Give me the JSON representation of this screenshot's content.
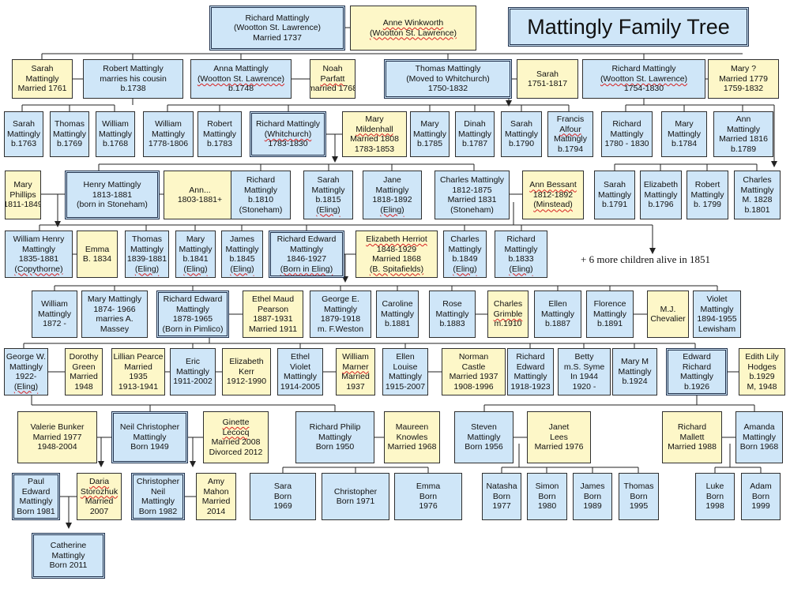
{
  "title": "Mattingly Family Tree",
  "note": "+ 6 more children alive in 1851",
  "colors": {
    "male": "#cfe6f8",
    "female": "#fdf7c8",
    "line": "#222222"
  },
  "people": [
    {
      "id": "p1",
      "c": "b",
      "dbl": true,
      "lines": [
        "Richard Mattingly",
        "(Wootton St. Lawrence)",
        "Married 1737"
      ],
      "u": []
    },
    {
      "id": "p2",
      "c": "y",
      "lines": [
        "Anne Winkworth",
        "(Wootton St. Lawrence)"
      ],
      "u": [
        0,
        1
      ]
    },
    {
      "id": "p3",
      "c": "y",
      "lines": [
        "Sarah",
        "Mattingly",
        "Married 1761"
      ],
      "u": []
    },
    {
      "id": "p4",
      "c": "b",
      "lines": [
        "Robert Mattingly",
        "marries his cousin",
        "b.1738"
      ],
      "u": []
    },
    {
      "id": "p5",
      "c": "b",
      "lines": [
        "Anna Mattingly",
        "(Wootton St. Lawrence)",
        "b.1748"
      ],
      "u": [
        1
      ]
    },
    {
      "id": "p6",
      "c": "y",
      "lines": [
        "Noah",
        "Parfatt",
        "married 1768"
      ],
      "u": [
        1
      ]
    },
    {
      "id": "p7",
      "c": "b",
      "dbl": true,
      "lines": [
        "Thomas Mattingly",
        "(Moved to Whitchurch)",
        "1750-1832"
      ],
      "u": []
    },
    {
      "id": "p8",
      "c": "y",
      "lines": [
        "Sarah",
        "1751-1817"
      ],
      "u": []
    },
    {
      "id": "p9",
      "c": "b",
      "lines": [
        "Richard Mattingly",
        "(Wootton St. Lawrence)",
        "1754-1830"
      ],
      "u": [
        1
      ]
    },
    {
      "id": "p10",
      "c": "y",
      "lines": [
        "Mary ?",
        "Married 1779",
        "1759-1832"
      ],
      "u": []
    },
    {
      "id": "p11",
      "c": "b",
      "lines": [
        "Sarah",
        "Mattingly",
        "b.1763"
      ],
      "u": []
    },
    {
      "id": "p12",
      "c": "b",
      "lines": [
        "Thomas",
        "Mattingly",
        "b.1769"
      ],
      "u": []
    },
    {
      "id": "p13",
      "c": "b",
      "lines": [
        "William",
        "Mattingly",
        "b.1768"
      ],
      "u": []
    },
    {
      "id": "p14",
      "c": "b",
      "lines": [
        "William",
        "Mattingly",
        "1778-1806"
      ],
      "u": []
    },
    {
      "id": "p15",
      "c": "b",
      "lines": [
        "Robert",
        "Mattingly",
        "b.1783"
      ],
      "u": []
    },
    {
      "id": "p16",
      "c": "b",
      "dbl": true,
      "lines": [
        "Richard Mattingly",
        "(Whitchurch)",
        "1783-1830"
      ],
      "u": [
        1
      ]
    },
    {
      "id": "p17",
      "c": "y",
      "lines": [
        "Mary",
        "Mildenhall",
        "Married 1808",
        "1783-1853"
      ],
      "u": [
        1
      ]
    },
    {
      "id": "p18",
      "c": "b",
      "lines": [
        "Mary",
        "Mattingly",
        "b.1785"
      ],
      "u": []
    },
    {
      "id": "p19",
      "c": "b",
      "lines": [
        "Dinah",
        "Mattingly",
        "b.1787"
      ],
      "u": []
    },
    {
      "id": "p20",
      "c": "b",
      "lines": [
        "Sarah",
        "Mattingly",
        "b.1790"
      ],
      "u": []
    },
    {
      "id": "p21",
      "c": "b",
      "lines": [
        "Francis",
        "Alfour",
        "Mattingly",
        "b.1794"
      ],
      "u": [
        1
      ]
    },
    {
      "id": "p22",
      "c": "b",
      "lines": [
        "Richard",
        "Mattingly",
        "1780 - 1830"
      ],
      "u": []
    },
    {
      "id": "p23",
      "c": "b",
      "lines": [
        "Mary",
        "Mattingly",
        "b.1784"
      ],
      "u": []
    },
    {
      "id": "p24",
      "c": "b",
      "lines": [
        "Ann",
        "Mattingly",
        "Married 1816",
        "b.1789"
      ],
      "u": []
    },
    {
      "id": "p25",
      "c": "y",
      "lines": [
        "Mary",
        "Phillips",
        "1811-1849"
      ],
      "u": []
    },
    {
      "id": "p26",
      "c": "b",
      "dbl": true,
      "lines": [
        "Henry Mattingly",
        "1813-1881",
        "(born in Stoneham)"
      ],
      "u": []
    },
    {
      "id": "p27",
      "c": "y",
      "lines": [
        "Ann...",
        "1803-1881+"
      ],
      "u": []
    },
    {
      "id": "p28",
      "c": "b",
      "lines": [
        "Richard",
        "Mattingly",
        "b.1810",
        "(Stoneham)"
      ],
      "u": []
    },
    {
      "id": "p29",
      "c": "b",
      "lines": [
        "Sarah",
        "Mattingly",
        "b.1815",
        "(Eling)"
      ],
      "u": [
        3
      ]
    },
    {
      "id": "p30",
      "c": "b",
      "lines": [
        "Jane",
        "Mattingly",
        "1818-1892",
        "(Eling)"
      ],
      "u": [
        3
      ]
    },
    {
      "id": "p31",
      "c": "b",
      "lines": [
        "Charles Mattingly",
        "1812-1875",
        "Married 1831",
        "(Stoneham)"
      ],
      "u": []
    },
    {
      "id": "p32",
      "c": "y",
      "lines": [
        "Ann Bessant",
        "1812-1892",
        "(Minstead)"
      ],
      "u": [
        0,
        2
      ]
    },
    {
      "id": "p33",
      "c": "b",
      "lines": [
        "Sarah",
        "Mattingly",
        "b.1791"
      ],
      "u": []
    },
    {
      "id": "p34",
      "c": "b",
      "lines": [
        "Elizabeth",
        "Mattingly",
        "b.1796"
      ],
      "u": []
    },
    {
      "id": "p35",
      "c": "b",
      "lines": [
        "Robert",
        "Mattingly",
        "b. 1799"
      ],
      "u": []
    },
    {
      "id": "p36",
      "c": "b",
      "lines": [
        "Charles",
        "Mattingly",
        "M. 1828",
        "b.1801"
      ],
      "u": []
    },
    {
      "id": "p37",
      "c": "b",
      "lines": [
        "William Henry",
        "Mattingly",
        "1835-1881",
        "(Copythorne)"
      ],
      "u": [
        3
      ]
    },
    {
      "id": "p38",
      "c": "y",
      "lines": [
        "Emma",
        "B. 1834"
      ],
      "u": []
    },
    {
      "id": "p39",
      "c": "b",
      "lines": [
        "Thomas",
        "Mattingly",
        "1839-1881",
        "(Eling)"
      ],
      "u": [
        3
      ]
    },
    {
      "id": "p40",
      "c": "b",
      "lines": [
        "Mary",
        "Mattingly",
        "b.1841",
        "(Eling)"
      ],
      "u": [
        3
      ]
    },
    {
      "id": "p41",
      "c": "b",
      "lines": [
        "James",
        "Mattingly",
        "b.1845",
        "(Eling)"
      ],
      "u": [
        3
      ]
    },
    {
      "id": "p42",
      "c": "b",
      "dbl": true,
      "lines": [
        "Richard Edward",
        "Mattingly",
        "1846-1927",
        "(Born in Eling)"
      ],
      "u": [
        3
      ]
    },
    {
      "id": "p43",
      "c": "y",
      "lines": [
        "Elizabeth Herriot",
        "1848-1929",
        "Married 1868",
        "(B. Spitafields)"
      ],
      "u": [
        0,
        3
      ]
    },
    {
      "id": "p44",
      "c": "b",
      "lines": [
        "Charles",
        "Mattingly",
        "b.1849",
        "(Eling)"
      ],
      "u": [
        3
      ]
    },
    {
      "id": "p45",
      "c": "b",
      "lines": [
        "Richard",
        "Mattingly",
        "b.1833",
        "(Eling)"
      ],
      "u": [
        3
      ]
    },
    {
      "id": "p46",
      "c": "b",
      "lines": [
        "William",
        "Mattingly",
        "1872 -"
      ],
      "u": []
    },
    {
      "id": "p47",
      "c": "b",
      "lines": [
        "Mary Mattingly",
        "1874- 1966",
        "marries A.",
        "Massey"
      ],
      "u": []
    },
    {
      "id": "p48",
      "c": "b",
      "dbl": true,
      "lines": [
        "Richard Edward",
        "Mattingly",
        "1878-1965",
        "(Born in Pimlico)"
      ],
      "u": []
    },
    {
      "id": "p49",
      "c": "y",
      "lines": [
        "Ethel Maud",
        "Pearson",
        "1887-1931",
        "Married 1911"
      ],
      "u": []
    },
    {
      "id": "p50",
      "c": "b",
      "lines": [
        "George E.",
        "Mattingly",
        "1879-1918",
        "m. F.Weston"
      ],
      "u": []
    },
    {
      "id": "p51",
      "c": "b",
      "lines": [
        "Caroline",
        "Mattingly",
        "b.1881"
      ],
      "u": []
    },
    {
      "id": "p52",
      "c": "b",
      "lines": [
        "Rose",
        "Mattingly",
        "b.1883"
      ],
      "u": []
    },
    {
      "id": "p53",
      "c": "y",
      "lines": [
        "Charles",
        "Grimble",
        "m.1910"
      ],
      "u": [
        1
      ]
    },
    {
      "id": "p54",
      "c": "b",
      "lines": [
        "Ellen",
        "Mattingly",
        "b.1887"
      ],
      "u": []
    },
    {
      "id": "p55",
      "c": "b",
      "lines": [
        "Florence",
        "Mattingly",
        "b.1891"
      ],
      "u": []
    },
    {
      "id": "p56",
      "c": "y",
      "lines": [
        "M.J.",
        "Chevalier"
      ],
      "u": []
    },
    {
      "id": "p57",
      "c": "b",
      "lines": [
        "Violet",
        "Mattingly",
        "1894-1955",
        "Lewisham"
      ],
      "u": []
    },
    {
      "id": "p58",
      "c": "b",
      "lines": [
        "George W.",
        "Mattingly",
        "1922-",
        "(Eling)"
      ],
      "u": [
        3
      ]
    },
    {
      "id": "p59",
      "c": "y",
      "lines": [
        "Dorothy",
        "Green",
        "Married",
        "1948"
      ],
      "u": []
    },
    {
      "id": "p60",
      "c": "y",
      "lines": [
        "Lillian Pearce",
        "Married",
        "1935",
        "1913-1941"
      ],
      "u": []
    },
    {
      "id": "p61",
      "c": "b",
      "lines": [
        "Eric",
        "Mattingly",
        "1911-2002"
      ],
      "u": []
    },
    {
      "id": "p62",
      "c": "y",
      "lines": [
        "Elizabeth",
        "Kerr",
        "1912-1990"
      ],
      "u": []
    },
    {
      "id": "p63",
      "c": "b",
      "lines": [
        "Ethel",
        "Violet",
        "Mattingly",
        "1914-2005"
      ],
      "u": []
    },
    {
      "id": "p64",
      "c": "y",
      "lines": [
        "William",
        "Marner",
        "Married",
        "1937"
      ],
      "u": [
        1
      ]
    },
    {
      "id": "p65",
      "c": "b",
      "lines": [
        "Ellen",
        "Louise",
        "Mattingly",
        "1915-2007"
      ],
      "u": []
    },
    {
      "id": "p66",
      "c": "y",
      "lines": [
        "Norman",
        "Castle",
        "Married 1937",
        "1908-1996"
      ],
      "u": []
    },
    {
      "id": "p67",
      "c": "b",
      "lines": [
        "Richard",
        "Edward",
        "Mattingly",
        "1918-1923"
      ],
      "u": []
    },
    {
      "id": "p68",
      "c": "b",
      "lines": [
        "Betty",
        "m.S. Syme",
        "In 1944",
        "1920 -"
      ],
      "u": []
    },
    {
      "id": "p69",
      "c": "b",
      "lines": [
        "Mary M",
        "Mattingly",
        "b.1924"
      ],
      "u": []
    },
    {
      "id": "p70",
      "c": "b",
      "dbl": true,
      "lines": [
        "Edward",
        "Richard",
        "Mattingly",
        "b.1926"
      ],
      "u": []
    },
    {
      "id": "p71",
      "c": "y",
      "lines": [
        "Edith Lily",
        "Hodges",
        "b.1929",
        "M, 1948"
      ],
      "u": []
    },
    {
      "id": "p72",
      "c": "y",
      "lines": [
        "Valerie Bunker",
        "Married 1977",
        "1948-2004"
      ],
      "u": []
    },
    {
      "id": "p73",
      "c": "b",
      "dbl": true,
      "lines": [
        "Neil Christopher",
        "Mattingly",
        "Born 1949"
      ],
      "u": []
    },
    {
      "id": "p74",
      "c": "y",
      "lines": [
        "Ginette",
        "Lecocq",
        "Married 2008",
        "Divorced 2012"
      ],
      "u": [
        0,
        1
      ]
    },
    {
      "id": "p75",
      "c": "b",
      "lines": [
        "Richard Philip",
        "Mattingly",
        "Born 1950"
      ],
      "u": []
    },
    {
      "id": "p76",
      "c": "y",
      "lines": [
        "Maureen",
        "Knowles",
        "Married 1968"
      ],
      "u": []
    },
    {
      "id": "p77",
      "c": "b",
      "lines": [
        "Steven",
        "Mattingly",
        "Born 1956"
      ],
      "u": []
    },
    {
      "id": "p78",
      "c": "y",
      "lines": [
        "Janet",
        "Lees",
        "Married 1976"
      ],
      "u": []
    },
    {
      "id": "p79",
      "c": "y",
      "lines": [
        "Richard",
        "Mallett",
        "Married 1988"
      ],
      "u": []
    },
    {
      "id": "p80",
      "c": "b",
      "lines": [
        "Amanda",
        "Mattingly",
        "Born 1968"
      ],
      "u": []
    },
    {
      "id": "p81",
      "c": "b",
      "dbl": true,
      "lines": [
        "Paul",
        "Edward",
        "Mattingly",
        "Born 1981"
      ],
      "u": []
    },
    {
      "id": "p82",
      "c": "y",
      "lines": [
        "Daria",
        "Storozhuk",
        "Married",
        "2007"
      ],
      "u": [
        0,
        1
      ]
    },
    {
      "id": "p83",
      "c": "b",
      "dbl": true,
      "lines": [
        "Christopher",
        "Neil",
        "Mattingly",
        "Born 1982"
      ],
      "u": []
    },
    {
      "id": "p84",
      "c": "y",
      "lines": [
        "Amy",
        "Mahon",
        "Married",
        "2014"
      ],
      "u": []
    },
    {
      "id": "p85",
      "c": "b",
      "lines": [
        "Sara",
        "Born",
        "1969"
      ],
      "u": []
    },
    {
      "id": "p86",
      "c": "b",
      "lines": [
        "Christopher",
        "Born 1971"
      ],
      "u": []
    },
    {
      "id": "p87",
      "c": "b",
      "lines": [
        "Emma",
        "Born",
        "1976"
      ],
      "u": []
    },
    {
      "id": "p88",
      "c": "b",
      "lines": [
        "Natasha",
        "Born",
        "1977"
      ],
      "u": []
    },
    {
      "id": "p89",
      "c": "b",
      "lines": [
        "Simon",
        "Born",
        "1980"
      ],
      "u": []
    },
    {
      "id": "p90",
      "c": "b",
      "lines": [
        "James",
        "Born",
        "1989"
      ],
      "u": []
    },
    {
      "id": "p91",
      "c": "b",
      "lines": [
        "Thomas",
        "Born",
        "1995"
      ],
      "u": []
    },
    {
      "id": "p92",
      "c": "b",
      "lines": [
        "Luke",
        "Born",
        "1998"
      ],
      "u": []
    },
    {
      "id": "p93",
      "c": "b",
      "lines": [
        "Adam",
        "Born",
        "1999"
      ],
      "u": []
    },
    {
      "id": "p94",
      "c": "b",
      "dbl": true,
      "lines": [
        "Catherine",
        "Mattingly",
        "Born 2011"
      ],
      "u": []
    }
  ]
}
